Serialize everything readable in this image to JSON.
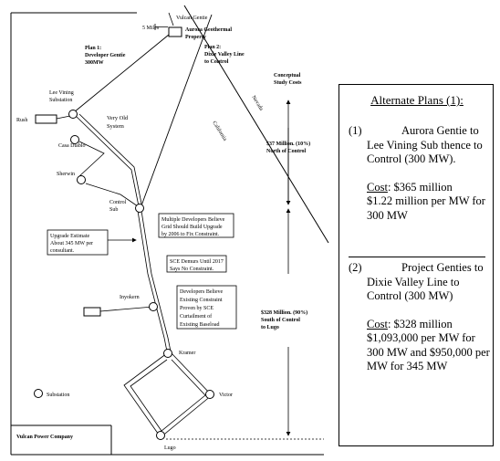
{
  "map": {
    "labels": {
      "vulcan_gentie": "Vulcan Gentie",
      "five_miles": "5 Miles",
      "aurora_property_1": "Aurora Geothermal",
      "aurora_property_2": "Property",
      "plan1_1": "Plan 1:",
      "plan1_2": "Developer Gentie",
      "plan1_3": "300MW",
      "plan2_1": "Plan 2:",
      "plan2_2": "Dixie Valley Line",
      "plan2_3": "to Control",
      "conceptual_1": "Conceptual",
      "conceptual_2": "Study Costs",
      "lee_vining_1": "Lee Vining",
      "lee_vining_2": "Substation",
      "rush": "Rush",
      "very_old_1": "Very Old",
      "very_old_2": "System",
      "casa_diablo": "Casa Diablo",
      "nevada": "Nevada",
      "california": "California",
      "sherwin": "Sherwin",
      "cost_north_1": "$37 Million. (10%)",
      "cost_north_2": "North of Control",
      "control_1": "Control",
      "control_2": "Sub",
      "multi_dev_1": "Multiple Developers Believe",
      "multi_dev_2": "Grid Should Build Upgrade",
      "multi_dev_3": "by 2006 to Fix Constraint.",
      "upgrade_1": "Upgrade Estimate",
      "upgrade_2": "About 345 MW per",
      "upgrade_3": "consultant.",
      "sce_1": "SCE Demurs Until 2017",
      "sce_2": "Says No Constraint.",
      "inyokern": "Inyokern",
      "dev_believe_1": "Developers Believe",
      "dev_believe_2": "Existing Constraint",
      "dev_believe_3": "Proven by SCE",
      "dev_believe_4": "Curtailment of",
      "dev_believe_5": "Existing Baseload",
      "cost_south_1": "$328 Million. (90%)",
      "cost_south_2": "South of Control",
      "cost_south_3": "to Lugo",
      "kramer": "Kramer",
      "substation_legend": "Substation",
      "victor": "Victor",
      "vulcan_power": "Vulcan Power Company",
      "lugo": "Lugo"
    }
  },
  "panel": {
    "title": "Alternate Plans (1):",
    "plans": [
      {
        "number": "(1)",
        "title": "Aurora Gentie to",
        "desc": "Lee Vining Sub thence to Control (300 MW).",
        "cost_label": "Cost",
        "cost_value": ": $365 million",
        "cost_detail": "$1.22 million per MW for 300 MW"
      },
      {
        "number": "(2)",
        "title": "Project Genties to",
        "desc": "Dixie Valley Line to Control (300 MW)",
        "cost_label": "Cost",
        "cost_value": ": $328 million",
        "cost_detail": "$1,093,000 per MW for 300 MW and $950,000 per MW for 345 MW"
      }
    ]
  }
}
